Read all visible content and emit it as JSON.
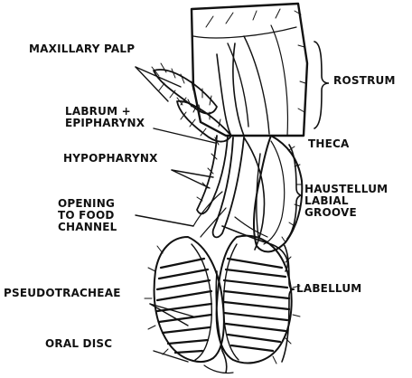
{
  "figure": {
    "ink_color": "#111111",
    "background": "#ffffff"
  },
  "labels": {
    "maxillary_palp": "MAXILLARY PALP",
    "labrum_epipharynx": [
      "LABRUM +",
      "EPIPHARYNX"
    ],
    "hypopharynx": "HYPOPHARYNX",
    "opening_food_channel": [
      "OPENING",
      "TO FOOD",
      "CHANNEL"
    ],
    "pseudotracheae": "PSEUDOTRACHEAE",
    "oral_disc": "ORAL DISC",
    "rostrum": "ROSTRUM",
    "theca": "THECA",
    "haustellum_labial_groove": [
      "HAUSTELLUM",
      "LABIAL",
      "GROOVE"
    ],
    "labellum": "LABELLUM"
  }
}
